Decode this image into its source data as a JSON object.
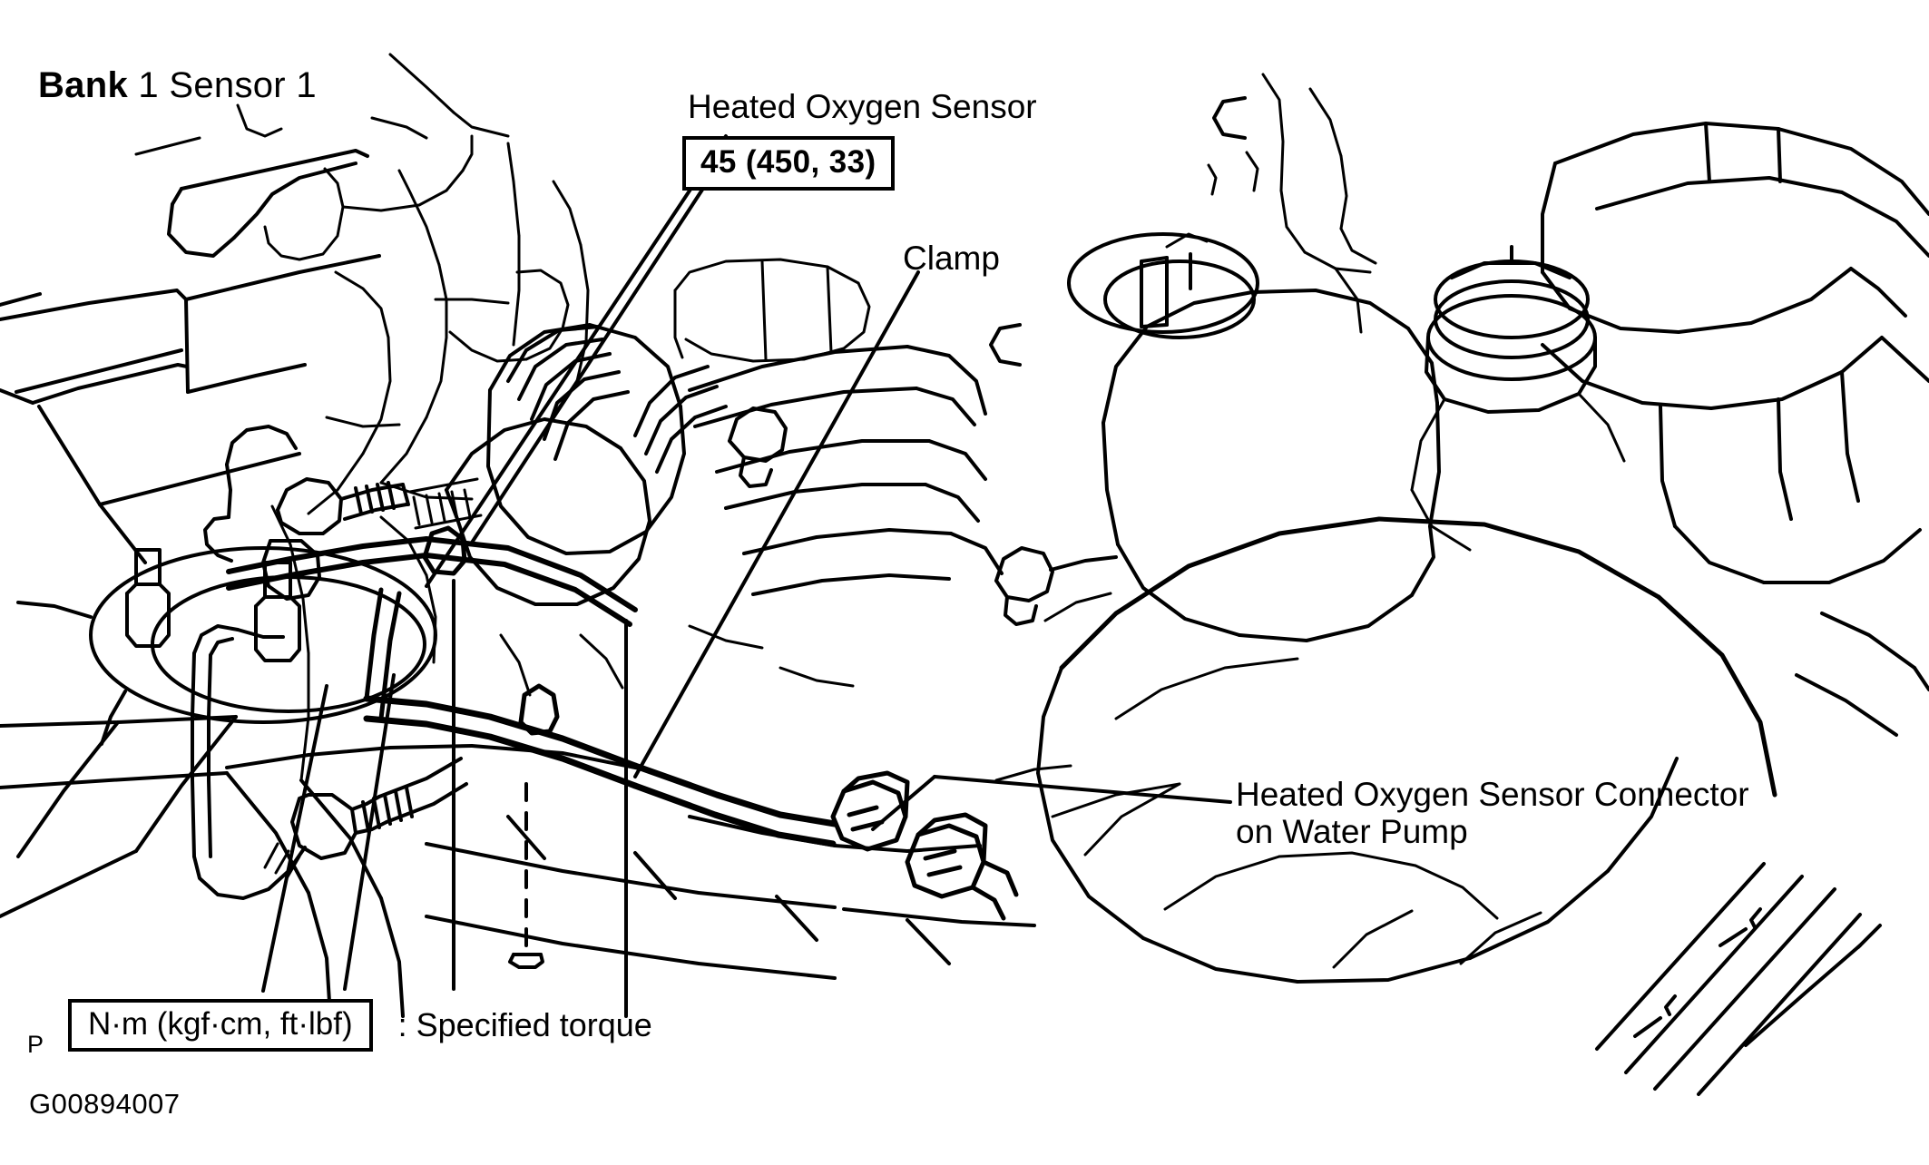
{
  "figure": {
    "title": "Bank 1 Sensor 1",
    "title_bold_part": "Bank",
    "title_rest": " 1 Sensor 1",
    "id_code": "G00894007",
    "page_mark": "P"
  },
  "callouts": {
    "heated_oxygen_sensor": "Heated Oxygen Sensor",
    "torque_value": "45 (450, 33)",
    "clamp": "Clamp",
    "connector_line1": "Heated Oxygen Sensor Connector",
    "connector_line2": "on Water Pump"
  },
  "legend": {
    "units": "N·m (kgf·cm, ft·lbf)",
    "note": ": Specified torque"
  },
  "colors": {
    "ink": "#000000",
    "paper": "#ffffff"
  },
  "diagram": {
    "subject": "engine compartment line drawing",
    "components": [
      "exhaust manifold",
      "heated oxygen sensor",
      "oxygen sensor wire harness",
      "wire clamp",
      "connector on water pump",
      "engine valve cover",
      "oil filler cap",
      "coolant reservoir cap",
      "radiator shroud",
      "fender apron"
    ]
  }
}
